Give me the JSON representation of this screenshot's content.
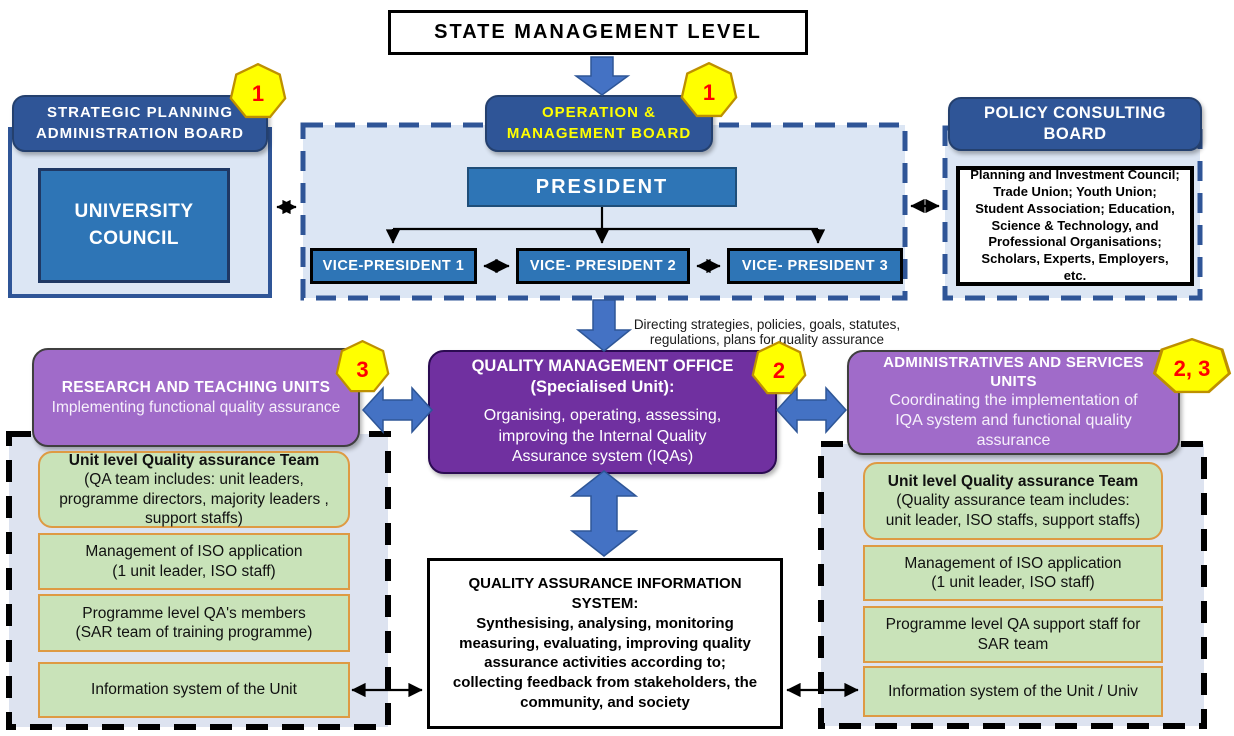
{
  "colors": {
    "dark_blue": "#2F5597",
    "medium_blue": "#2E75B6",
    "light_blue_fill": "#DCE6F4",
    "arrow_blue": "#4472C4",
    "purple": "#7030A0",
    "lavender": "#A06BC9",
    "green_fill": "#C9E3B9",
    "green_border": "#DE9A43",
    "badge_yellow": "#FFFF00",
    "badge_number_red": "#FF0000",
    "op_header_text_yellow": "#FFFF00"
  },
  "state_box": {
    "label": "STATE MANAGEMENT LEVEL"
  },
  "strategic_board": {
    "header": "STRATEGIC PLANNING\nADMINISTRATION BOARD",
    "badge": "1",
    "council_label": "UNIVERSITY\nCOUNCIL"
  },
  "operation_board": {
    "header": "OPERATION &\nMANAGEMENT BOARD",
    "badge": "1",
    "president_label": "PRESIDENT",
    "vice_presidents": [
      "VICE-PRESIDENT 1",
      "VICE- PRESIDENT 2",
      "VICE- PRESIDENT 3"
    ]
  },
  "policy_board": {
    "header": "POLICY CONSULTING\nBOARD",
    "members": "Planning and Investment Council;\nTrade Union; Youth Union;\nStudent Association;  Education,\nScience & Technology, and\nProfessional Organisations;\nScholars, Experts, Employers,\netc."
  },
  "directing_note": "Directing strategies, policies, goals, statutes,\nregulations, plans for quality assurance",
  "quality_management_office": {
    "badge": "2",
    "title": "QUALITY MANAGEMENT OFFICE\n(Specialised Unit):",
    "body": "Organising, operating, assessing,\nimproving the Internal Quality\nAssurance system (IQAs)"
  },
  "research_teaching_units": {
    "badge": "3",
    "title": "RESEARCH AND TEACHING UNITS",
    "subtitle": "Implementing functional quality assurance",
    "items": [
      {
        "title": "Unit level Quality assurance Team",
        "body": "(QA team includes: unit leaders,\nprogramme directors, majority leaders ,\nsupport staffs)"
      },
      {
        "body": "Management of ISO application\n(1 unit leader, ISO staff)"
      },
      {
        "body": "Programme level QA's members\n(SAR team of training programme)"
      },
      {
        "body": "Information system of the Unit"
      }
    ]
  },
  "admin_services_units": {
    "badge": "2, 3",
    "title": "ADMINISTRATIVES AND SERVICES\nUNITS",
    "subtitle": "Coordinating the implementation of\nIQA system and functional quality\nassurance",
    "items": [
      {
        "title": "Unit level Quality assurance Team",
        "body": "(Quality assurance team includes:\nunit leader, ISO staffs, support staffs)"
      },
      {
        "body": "Management of ISO application\n(1 unit leader, ISO staff)"
      },
      {
        "body": "Programme level QA support staff for\nSAR team"
      },
      {
        "body": "Information system of the Unit / Univ"
      }
    ]
  },
  "qa_information_system": {
    "title": "QUALITY ASSURANCE INFORMATION\nSYSTEM:",
    "body": "Synthesising, analysing, monitoring\nmeasuring, evaluating, improving quality\nassurance activities according to;\ncollecting feedback from stakeholders, the\ncommunity, and society"
  }
}
